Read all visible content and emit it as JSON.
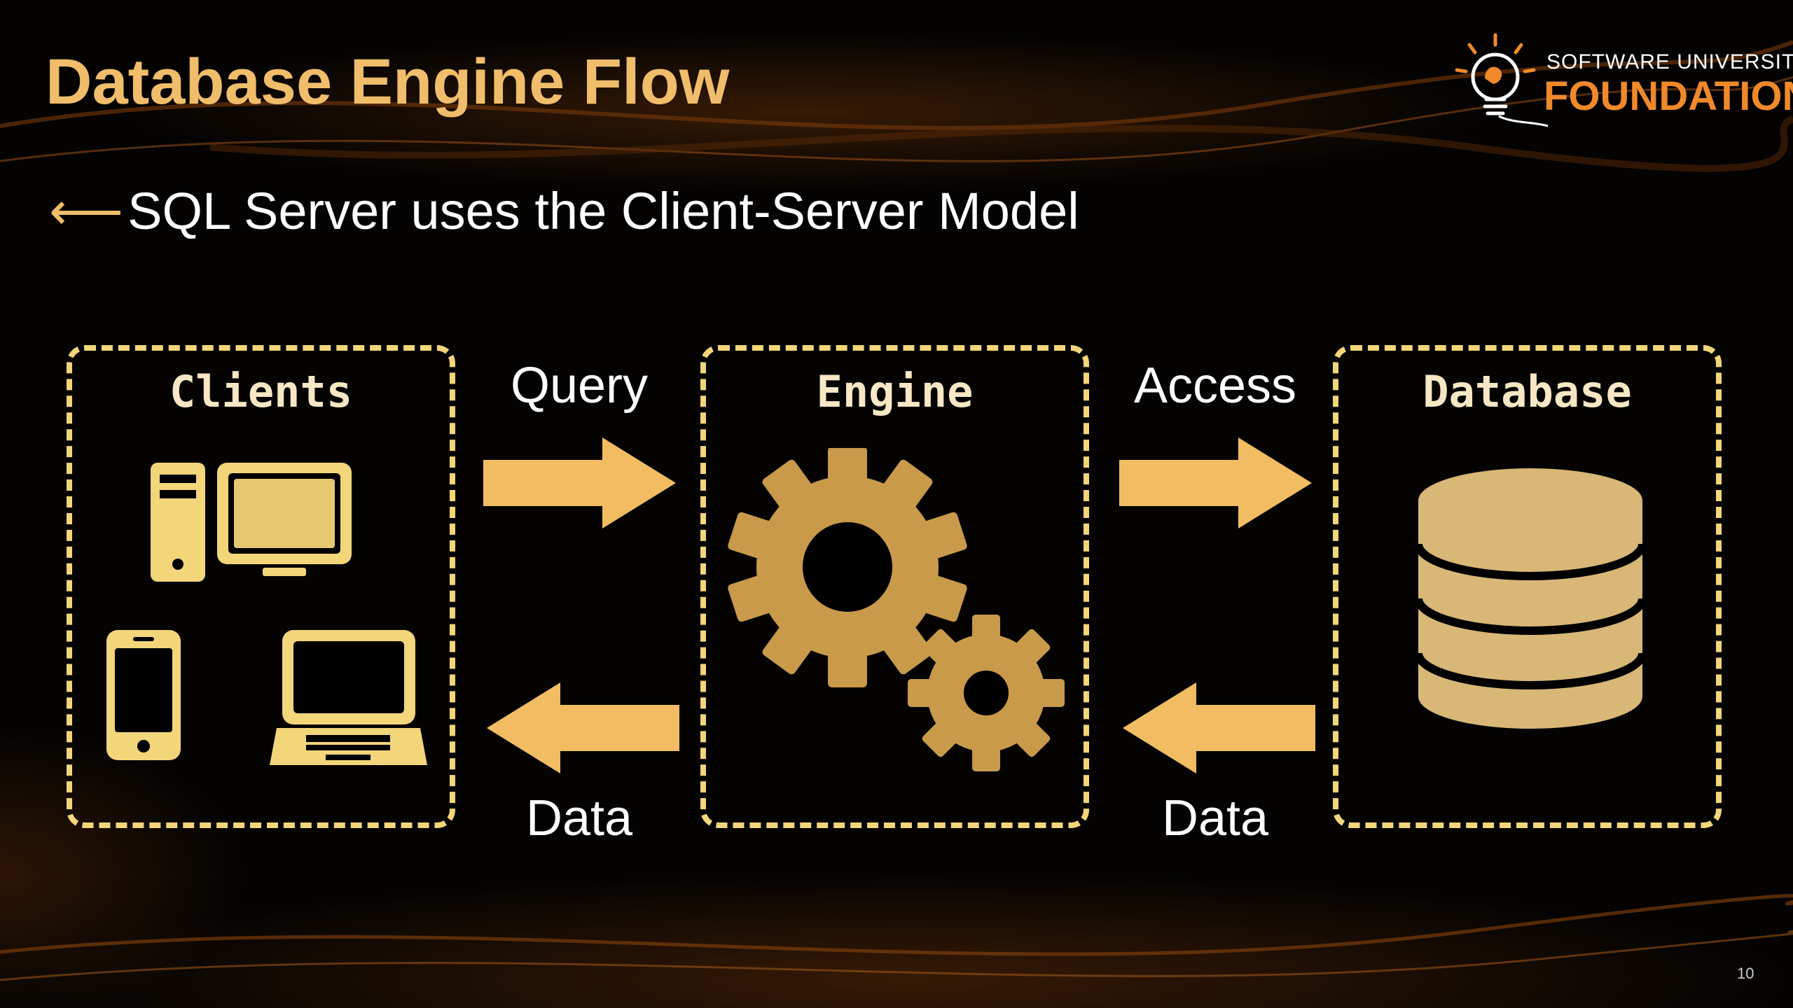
{
  "slide": {
    "title": "Database Engine Flow",
    "bullet_arrow": "⟵",
    "bullet_text": "SQL Server uses the Client-Server Model",
    "page_number": "10"
  },
  "logo": {
    "line1": "SOFTWARE UNIVERSITY",
    "line2": "FOUNDATION"
  },
  "diagram": {
    "boxes": [
      {
        "label": "Clients"
      },
      {
        "label": "Engine"
      },
      {
        "label": "Database"
      }
    ],
    "flows": [
      {
        "label": "Query",
        "direction": "right"
      },
      {
        "label": "Data",
        "direction": "left"
      },
      {
        "label": "Access",
        "direction": "right"
      },
      {
        "label": "Data",
        "direction": "left"
      }
    ]
  },
  "colors": {
    "title": "#f0bd6a",
    "box_border": "#f3d57a",
    "arrow": "#f2bd62",
    "icon": "#f3d57a",
    "gear": "#c89a4a",
    "database": "#d8b777",
    "logo_accent": "#f0892a"
  }
}
